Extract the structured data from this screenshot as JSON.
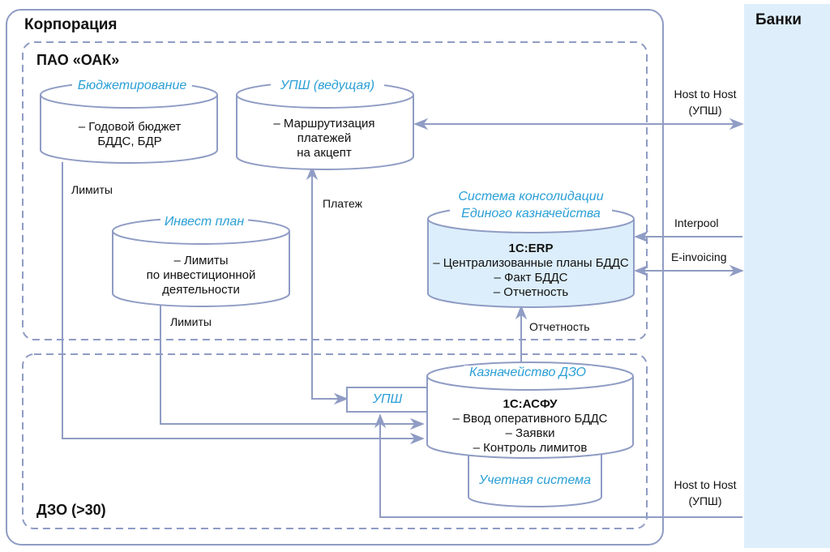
{
  "containers": {
    "corporation": "Корпорация",
    "pao": "ПАО «ОАК»",
    "dzo": "ДЗО (>30)",
    "banks": "Банки"
  },
  "systems": {
    "budgeting": {
      "title": "Бюджетирование",
      "lines": [
        "– Годовой бюджет",
        "БДДС, БДР"
      ]
    },
    "ups_lead": {
      "title": "УПШ (ведущая)",
      "lines": [
        "– Маршрутизация",
        "платежей",
        "на акцепт"
      ]
    },
    "invest": {
      "title": "Инвест план",
      "lines": [
        "– Лимиты",
        "по инвестиционной",
        "деятельности"
      ]
    },
    "consolidation": {
      "title_lines": [
        "Система консолидации",
        "Единого казначейства"
      ],
      "product": "1С:ERP",
      "lines": [
        "– Централизованные планы БДДС",
        "– Факт БДДС",
        "– Отчетность"
      ]
    },
    "treasury_dzo": {
      "title": "Казначейство ДЗО",
      "product": "1С:АСФУ",
      "lines": [
        "– Ввод оперативного БДДС",
        "– Заявки",
        "– Контроль лимитов"
      ]
    },
    "accounting": {
      "title": "Учетная система"
    },
    "ups_box": {
      "title": "УПШ"
    }
  },
  "edges": {
    "limits_budget": "Лимиты",
    "limits_invest": "Лимиты",
    "payment": "Платеж",
    "reporting": "Отчетность",
    "host_top": [
      "Host to Host",
      "(УПШ)"
    ],
    "interpool": "Interpool",
    "einvoicing": "E-invoicing",
    "host_bottom": [
      "Host to Host",
      "(УПШ)"
    ]
  },
  "colors": {
    "line": "#8f9cc4",
    "accent_text": "#2a9fd6",
    "bank_fill": "#deeffb",
    "erp_fill": "#dceefb"
  }
}
